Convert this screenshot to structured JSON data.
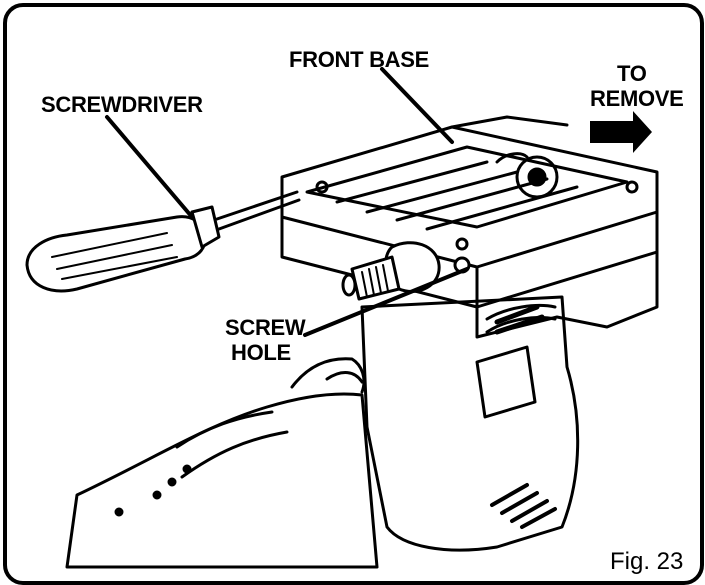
{
  "labels": {
    "front_base": "FRONT BASE",
    "screwdriver": "SCREWDRIVER",
    "to_remove_line1": "TO",
    "to_remove_line2": "REMOVE",
    "screw_hole_line1": "SCREW",
    "screw_hole_line2": "HOLE",
    "figure_caption": "Fig. 23"
  },
  "icons": {
    "direction_arrow": "right-arrow-icon"
  }
}
